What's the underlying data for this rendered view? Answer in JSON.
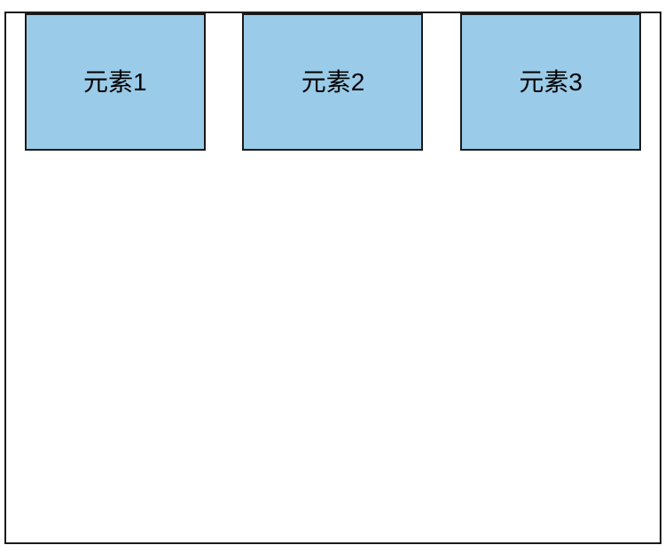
{
  "boxes": [
    {
      "label": "元素1"
    },
    {
      "label": "元素2"
    },
    {
      "label": "元素3"
    }
  ],
  "colors": {
    "box_fill": "#9ACBE8",
    "border": "#1A1A1A",
    "background": "#FFFFFF",
    "text": "#000000"
  }
}
